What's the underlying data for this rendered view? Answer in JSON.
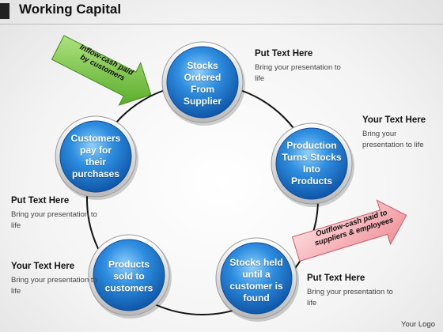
{
  "title": "Working Capital",
  "nodes": [
    {
      "id": "stocks-ordered",
      "label": "Stocks Ordered From Supplier",
      "lines": [
        "Stocks",
        "Ordered",
        "From",
        "Supplier"
      ]
    },
    {
      "id": "production",
      "label": "Production Turns Stocks Into Products",
      "lines": [
        "Production",
        "Turns Stocks",
        "Into",
        "Products"
      ]
    },
    {
      "id": "stocks-held",
      "label": "Stocks held until a customer is found",
      "lines": [
        "Stocks held",
        "until a",
        "customer is",
        "found"
      ]
    },
    {
      "id": "products-sold",
      "label": "Products sold to customers",
      "lines": [
        "Products",
        "sold to",
        "customers"
      ]
    },
    {
      "id": "customers-pay",
      "label": "Customers pay for their purchases",
      "lines": [
        "Customers",
        "pay for",
        "their",
        "purchases"
      ]
    }
  ],
  "notes": [
    {
      "heading": "Put Text Here",
      "body": "Bring your presentation to life"
    },
    {
      "heading": "Your Text Here",
      "body": "Bring your presentation to life"
    },
    {
      "heading": "Put Text Here",
      "body": "Bring your presentation to life"
    },
    {
      "heading": "Put Text Here",
      "body": "Bring your presentation to life"
    },
    {
      "heading": "Your Text Here",
      "body": "Bring your presentation to life"
    }
  ],
  "arrows": {
    "inflow": {
      "label": "Inflow-cash paid by customers",
      "lines": [
        "Inflow-cash paid",
        "by customers"
      ],
      "color": "#7dc63b"
    },
    "outflow": {
      "label": "Outflow-cash paid to suppliers & employees",
      "lines": [
        "Outflow-cash paid to",
        "suppliers & employees"
      ],
      "color": "#f5b3b8"
    }
  },
  "colors": {
    "node_fill": "#2e86d6",
    "node_highlight": "#7cc4f5",
    "ring": "#111111"
  },
  "logo": "Your Logo"
}
